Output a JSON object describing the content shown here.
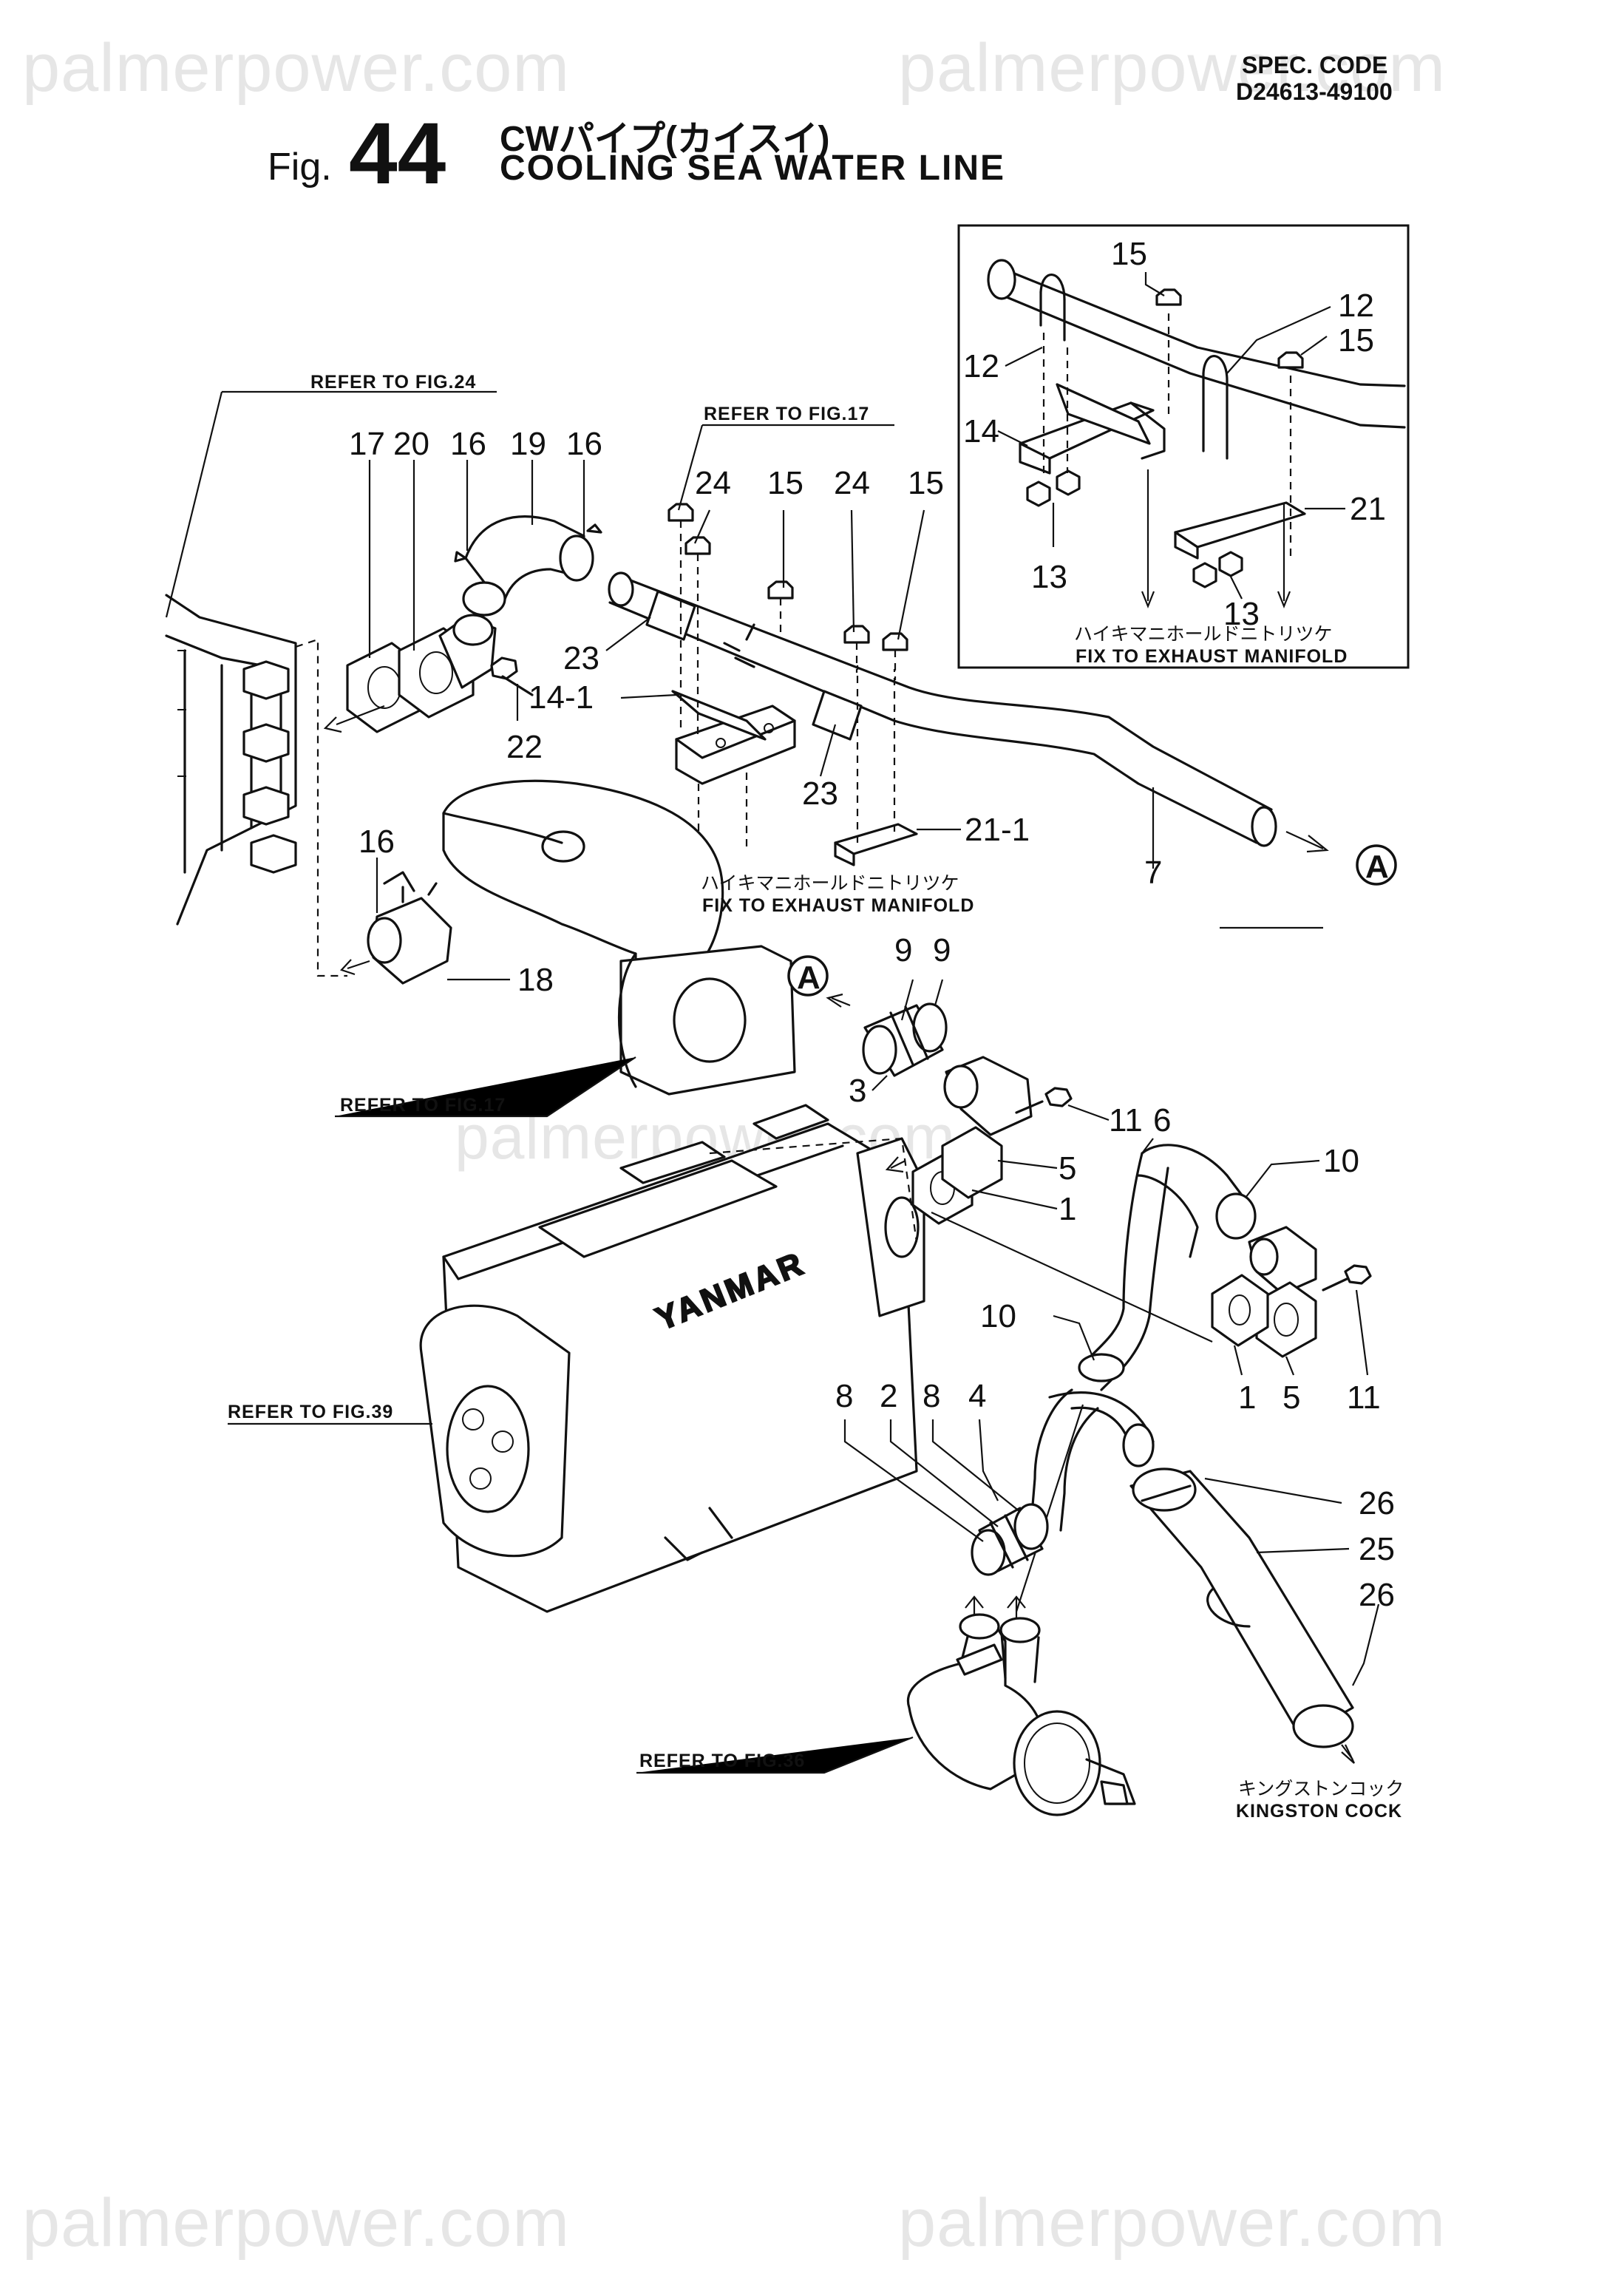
{
  "watermarks": {
    "top_left": "palmerpower.com",
    "top_right": "palmerpower.com",
    "middle": "palmerpower.com",
    "bottom_left": "palmerpower.com",
    "bottom_right": "palmerpower.com"
  },
  "header": {
    "spec_code_label": "SPEC. CODE",
    "spec_code_value": "D24613-49100",
    "fig_prefix": "Fig.",
    "fig_number": "44",
    "title_jp": "CWパイプ(カイスイ)",
    "title_en": "COOLING SEA WATER LINE"
  },
  "references": {
    "fig24": "REFER TO FIG.24",
    "fig17_top": "REFER TO FIG.17",
    "fig17_mid": "REFER TO FIG.17",
    "fig39": "REFER TO FIG.39",
    "fig36": "REFER TO FIG.36"
  },
  "notes": {
    "fix_exhaust_jp_1": "ハイキマニホールドニトリツケ",
    "fix_exhaust_en_1": "FIX TO EXHAUST MANIFOLD",
    "fix_exhaust_jp_2": "ハイキマニホールドニトリツケ",
    "fix_exhaust_en_2": "FIX TO EXHAUST MANIFOLD",
    "kingston_jp": "キングストンコック",
    "kingston_en": "KINGSTON COCK",
    "brand": "YANMAR",
    "marker_a": "A"
  },
  "part_numbers": {
    "p17": "17",
    "p20": "20",
    "p16a": "16",
    "p19": "19",
    "p16b": "16",
    "p22": "22",
    "p16c": "16",
    "p18": "18",
    "p24a": "24",
    "p15a": "15",
    "p24b": "24",
    "p15b": "15",
    "p23a": "23",
    "p14_1": "14-1",
    "p23b": "23",
    "p21_1": "21-1",
    "p7": "7",
    "i15a": "15",
    "i12a": "12",
    "i15b": "15",
    "i12b": "12",
    "i14": "14",
    "i13a": "13",
    "i21": "21",
    "i13b": "13",
    "p9a": "9",
    "p9b": "9",
    "p3": "3",
    "p11a": "11",
    "p6": "6",
    "p5a": "5",
    "p1a": "1",
    "p10a": "10",
    "p10b": "10",
    "p1b": "1",
    "p5b": "5",
    "p11b": "11",
    "p8a": "8",
    "p2": "2",
    "p8b": "8",
    "p4": "4",
    "p26a": "26",
    "p25": "25",
    "p26b": "26"
  }
}
